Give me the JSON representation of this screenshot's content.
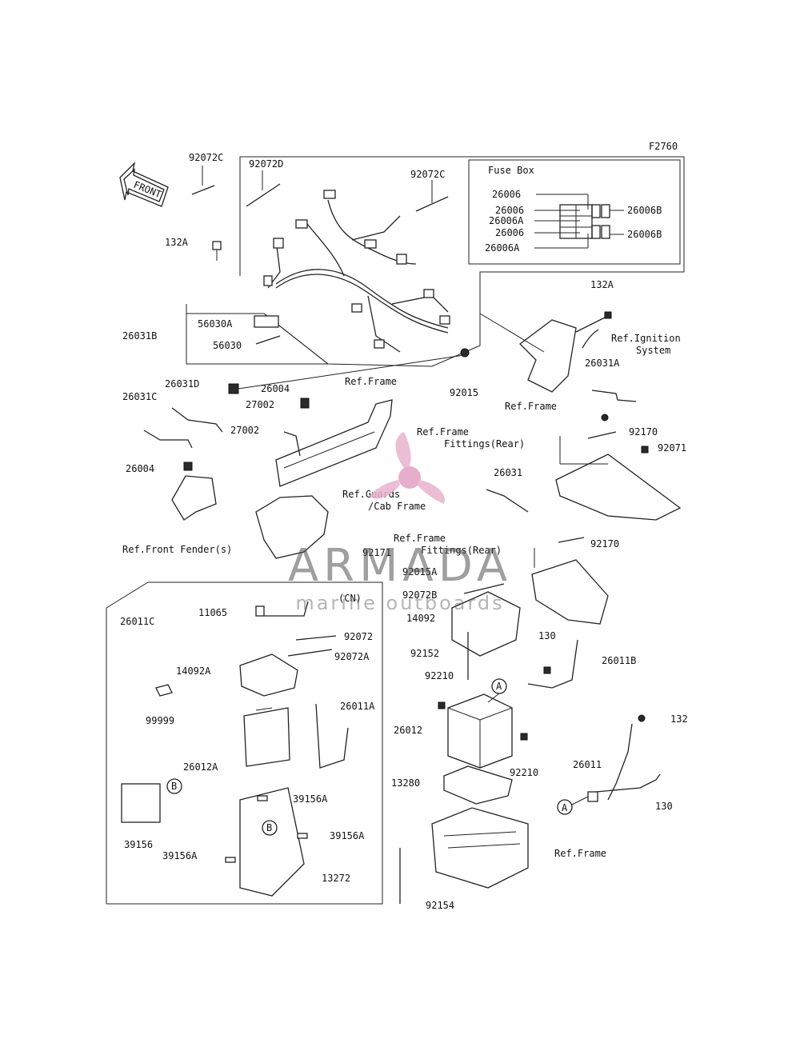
{
  "figure_id": "F2760",
  "front_arrow": "FRONT",
  "fuse_box": {
    "title": "Fuse Box",
    "labels": [
      "26006",
      "26006",
      "26006A",
      "26006",
      "26006A",
      "26006B",
      "26006B"
    ]
  },
  "labels": [
    "92072C",
    "92072D",
    "92072C",
    "132A",
    "26031B",
    "56030A",
    "56030",
    "26004",
    "132A",
    "Ref.Ignition",
    "System",
    "Ref.Frame",
    "92015",
    "26031A",
    "26031D",
    "26031C",
    "27002",
    "27002",
    "Ref.Frame",
    "Ref.Frame",
    "Fittings(Rear)",
    "92170",
    "92071",
    "26004",
    "26031",
    "Ref.Guards",
    "/Cab Frame",
    "Ref.Front Fender(s)",
    "92171",
    "Ref.Frame",
    "Fittings(Rear)",
    "92170",
    "92015A",
    "92072B",
    "14092",
    "(CN)",
    "26011C",
    "11065",
    "92072",
    "92072A",
    "14092A",
    "92152",
    "130",
    "26011B",
    "92210",
    "A",
    "99999",
    "26011A",
    "26012",
    "132",
    "26012A",
    "92210",
    "26011",
    "13280",
    "A",
    "130",
    "B",
    "39156A",
    "39156",
    "B",
    "39156A",
    "39156A",
    "13272",
    "Ref.Frame",
    "92154"
  ],
  "watermark": {
    "title": "ARMADA",
    "subtitle": "marine outboards",
    "color": "#e6a6c8"
  }
}
